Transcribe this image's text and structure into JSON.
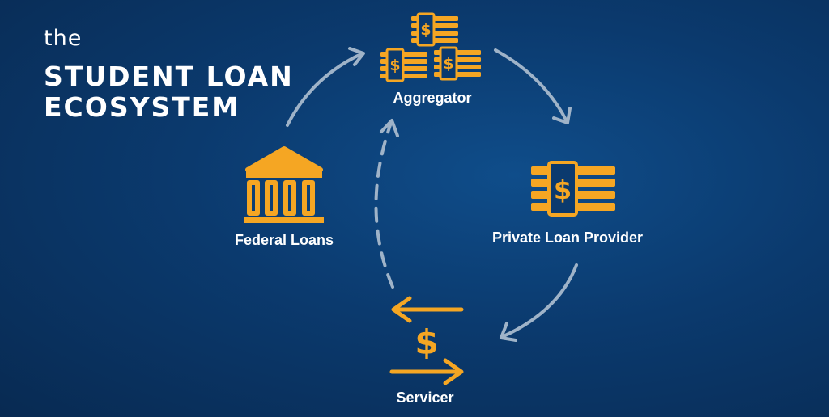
{
  "title": {
    "prefix": "the",
    "line1": "STUDENT LOAN",
    "line2": "ECOSYSTEM"
  },
  "nodes": {
    "aggregator": "Aggregator",
    "federal": "Federal Loans",
    "private": "Private Loan Provider",
    "servicer": "Servicer"
  },
  "colors": {
    "accent": "#f5a623",
    "arrow": "#9fb3c8",
    "background": "#0b3a6e",
    "text": "#ffffff"
  },
  "icons": {
    "aggregator": "money-stacks-icon",
    "federal": "bank-building-icon",
    "private": "money-stack-icon",
    "servicer": "dollar-exchange-arrows-icon"
  }
}
